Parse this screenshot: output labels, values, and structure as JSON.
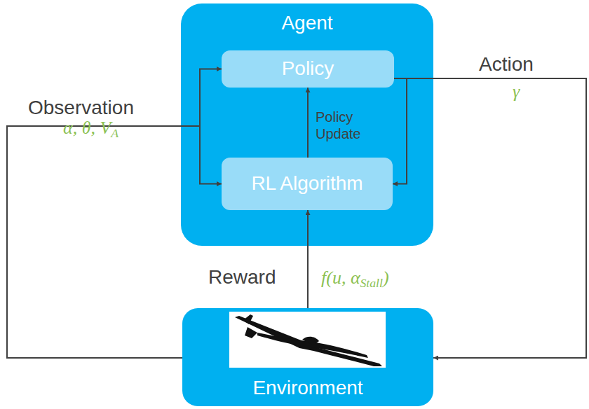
{
  "diagram": {
    "nodes": [
      {
        "text": [
          "Agent"
        ]
      },
      {
        "text": [
          "Policy"
        ],
        "in": 0
      },
      {
        "text": [
          "RL Algorithm"
        ],
        "in": 0
      },
      {
        "text": [
          "Environment"
        ]
      }
    ],
    "edges": [
      {
        "from": 3,
        "to": 1,
        "arrow": "to"
      },
      {
        "from": 3,
        "to": 2,
        "arrow": "to"
      },
      {
        "from": 1,
        "to": 3,
        "arrow": "to"
      },
      {
        "from": 1,
        "to": 2,
        "arrow": "to"
      },
      {
        "from": 2,
        "to": 1,
        "arrow": "to"
      },
      {
        "from": 3,
        "to": 2,
        "arrow": "to"
      }
    ],
    "labels": [
      "Observation",
      "α, θ, V",
      "A",
      "Action",
      "γ",
      "Reward",
      "f(u, α",
      "Stall",
      ")",
      "Policy Update"
    ]
  }
}
